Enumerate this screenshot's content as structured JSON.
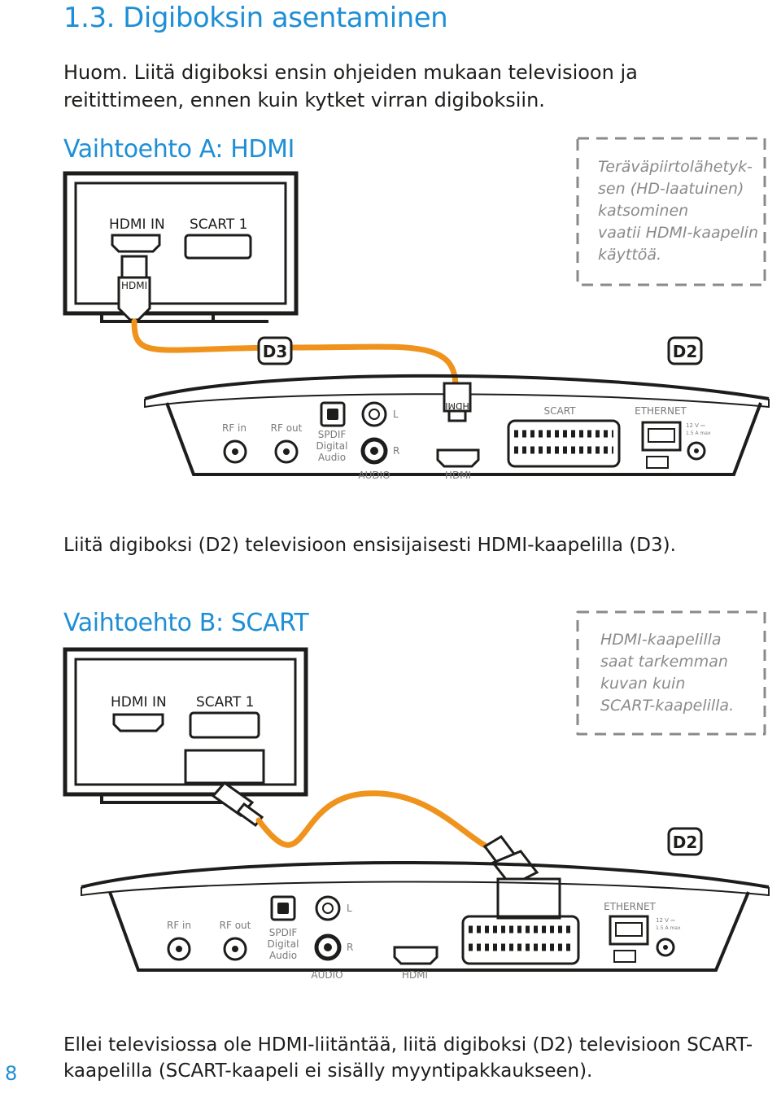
{
  "section_title": "1.3. Digiboksin asentaminen",
  "note": "Huom. Liitä digiboksi ensin ohjeiden mukaan televisioon ja reitittimeen, ennen kuin kytket virran digiboksiin.",
  "option_a": {
    "title": "Vaihtoehto A: HDMI",
    "tip": [
      "Teräväpiirtolähetyk-",
      "sen (HD-laatuinen)",
      "katsominen",
      "vaatii HDMI-kaapelin",
      "käyttöä."
    ],
    "tv_labels": {
      "hdmi_in": "HDMI IN",
      "scart1": "SCART 1",
      "cable_hdmi": "HDMI"
    },
    "tags": {
      "d3": "D3",
      "d2": "D2"
    },
    "caption": "Liitä digiboksi (D2) televisioon ensisijaisesti HDMI-kaapelilla (D3)."
  },
  "box_labels": {
    "rf_in": "RF in",
    "rf_out": "RF out",
    "spdif1": "SPDIF",
    "spdif2": "Digital",
    "spdif3": "Audio",
    "l": "L",
    "r": "R",
    "audio": "AUDIO",
    "hdmi": "HDMI",
    "hdmi_plug": "HDMI",
    "scart": "SCART",
    "ethernet": "ETHERNET",
    "power1": "12 V ⎓",
    "power2": "1.5 A max"
  },
  "option_b": {
    "title": "Vaihtoehto B: SCART",
    "tip": [
      "HDMI-kaapelilla",
      "saat tarkemman",
      "kuvan kuin",
      "SCART-kaapelilla."
    ],
    "tv_labels": {
      "hdmi_in": "HDMI IN",
      "scart1": "SCART 1"
    },
    "tags": {
      "d2": "D2"
    },
    "caption": "Ellei televisiossa ole HDMI-liitäntää, liitä digiboksi (D2) televisioon SCART-kaapelilla (SCART-kaapeli ei sisälly myyntipakkaukseen)."
  },
  "page_number": "8",
  "colors": {
    "accent": "#1e8fd6",
    "cable": "#f0931c",
    "ink": "#1d1d1b",
    "tip": "#8a8a8a"
  }
}
